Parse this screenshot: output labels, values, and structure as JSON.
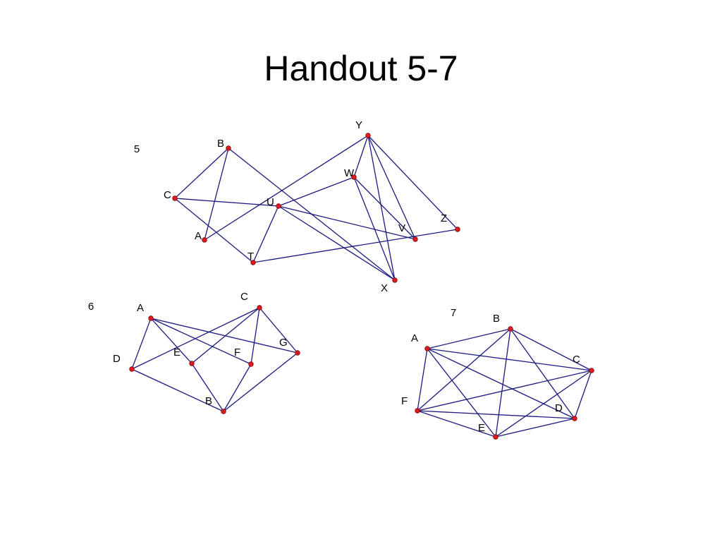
{
  "title": "Handout 5-7",
  "colors": {
    "edge": "#1a1a80",
    "vertex_fill": "#e0191e",
    "vertex_stroke": "#7a0a0a",
    "label": "#000000"
  },
  "graphs": [
    {
      "number": "5",
      "vertices": [
        {
          "id": "Y",
          "label": "Y"
        },
        {
          "id": "B",
          "label": "B"
        },
        {
          "id": "W",
          "label": "W"
        },
        {
          "id": "C",
          "label": "C"
        },
        {
          "id": "U",
          "label": "U"
        },
        {
          "id": "Z",
          "label": "Z"
        },
        {
          "id": "A",
          "label": "A"
        },
        {
          "id": "V",
          "label": "V"
        },
        {
          "id": "T",
          "label": "T"
        },
        {
          "id": "X",
          "label": "X"
        }
      ],
      "edges": [
        [
          "B",
          "C"
        ],
        [
          "B",
          "A"
        ],
        [
          "B",
          "X"
        ],
        [
          "C",
          "U"
        ],
        [
          "C",
          "T"
        ],
        [
          "A",
          "Y"
        ],
        [
          "U",
          "W"
        ],
        [
          "U",
          "T"
        ],
        [
          "U",
          "V"
        ],
        [
          "U",
          "X"
        ],
        [
          "T",
          "Z"
        ],
        [
          "Y",
          "W"
        ],
        [
          "Y",
          "V"
        ],
        [
          "Y",
          "X"
        ],
        [
          "Y",
          "Z"
        ],
        [
          "W",
          "X"
        ],
        [
          "W",
          "V"
        ]
      ]
    },
    {
      "number": "6",
      "vertices": [
        {
          "id": "A",
          "label": "A"
        },
        {
          "id": "C",
          "label": "C"
        },
        {
          "id": "G",
          "label": "G"
        },
        {
          "id": "D",
          "label": "D"
        },
        {
          "id": "E",
          "label": "E"
        },
        {
          "id": "F",
          "label": "F"
        },
        {
          "id": "B",
          "label": "B"
        }
      ],
      "edges": [
        [
          "A",
          "D"
        ],
        [
          "A",
          "E"
        ],
        [
          "A",
          "F"
        ],
        [
          "A",
          "G"
        ],
        [
          "C",
          "D"
        ],
        [
          "C",
          "E"
        ],
        [
          "C",
          "F"
        ],
        [
          "C",
          "G"
        ],
        [
          "D",
          "B"
        ],
        [
          "E",
          "B"
        ],
        [
          "F",
          "B"
        ],
        [
          "G",
          "B"
        ]
      ]
    },
    {
      "number": "7",
      "vertices": [
        {
          "id": "B",
          "label": "B"
        },
        {
          "id": "A",
          "label": "A"
        },
        {
          "id": "C",
          "label": "C"
        },
        {
          "id": "F",
          "label": "F"
        },
        {
          "id": "D",
          "label": "D"
        },
        {
          "id": "E",
          "label": "E"
        }
      ],
      "edges": [
        [
          "A",
          "B"
        ],
        [
          "A",
          "C"
        ],
        [
          "A",
          "D"
        ],
        [
          "A",
          "E"
        ],
        [
          "A",
          "F"
        ],
        [
          "B",
          "C"
        ],
        [
          "B",
          "D"
        ],
        [
          "B",
          "E"
        ],
        [
          "B",
          "F"
        ],
        [
          "C",
          "D"
        ],
        [
          "C",
          "E"
        ],
        [
          "C",
          "F"
        ],
        [
          "D",
          "E"
        ],
        [
          "D",
          "F"
        ],
        [
          "E",
          "F"
        ]
      ]
    }
  ]
}
